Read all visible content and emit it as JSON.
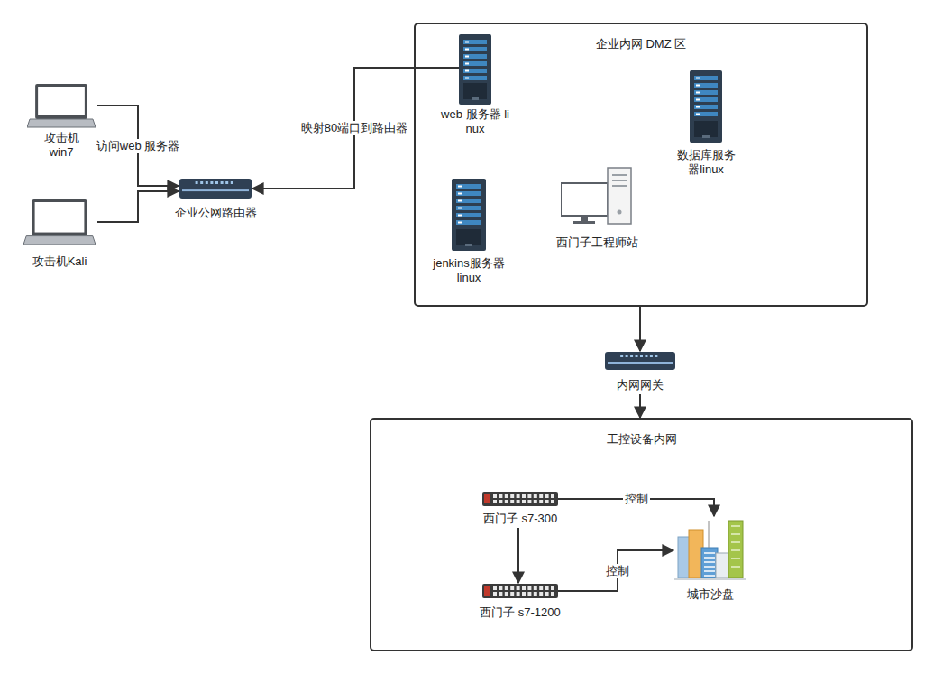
{
  "diagram": {
    "nodes": [
      {
        "text": [
          "攻击机 win7"
        ]
      },
      {
        "text": [
          "攻击机Kali"
        ]
      },
      {
        "text": [
          "企业公网路由器"
        ]
      },
      {
        "text": [
          "企业内网 DMZ 区"
        ]
      },
      {
        "text": [
          "web 服务器 linux"
        ],
        "in": 3
      },
      {
        "text": [
          "数据库服务器linux"
        ],
        "in": 3
      },
      {
        "text": [
          "jenkins服务器linux"
        ],
        "in": 3
      },
      {
        "text": [
          "西门子工程师站"
        ],
        "in": 3
      },
      {
        "text": [
          "内网网关"
        ]
      },
      {
        "text": [
          "工控设备内网"
        ]
      },
      {
        "text": [
          "西门子 s7-300"
        ],
        "in": 9
      },
      {
        "text": [
          "西门子 s7-1200"
        ],
        "in": 9
      },
      {
        "text": [
          "城市沙盘"
        ],
        "in": 9
      }
    ],
    "edges": [
      {
        "from": 0,
        "to": 2,
        "label": "访问web 服务器",
        "arrow": "to"
      },
      {
        "from": 1,
        "to": 2,
        "arrow": "to"
      },
      {
        "from": 4,
        "to": 2,
        "label": "映射80端口到路由器",
        "arrow": "to"
      },
      {
        "from": 3,
        "to": 8,
        "arrow": "to"
      },
      {
        "from": 8,
        "to": 9,
        "arrow": "to"
      },
      {
        "from": 10,
        "to": 12,
        "label": "控制",
        "arrow": "to"
      },
      {
        "from": 10,
        "to": 11,
        "arrow": "to"
      },
      {
        "from": 11,
        "to": 12,
        "label": "控制",
        "arrow": "to"
      }
    ]
  }
}
